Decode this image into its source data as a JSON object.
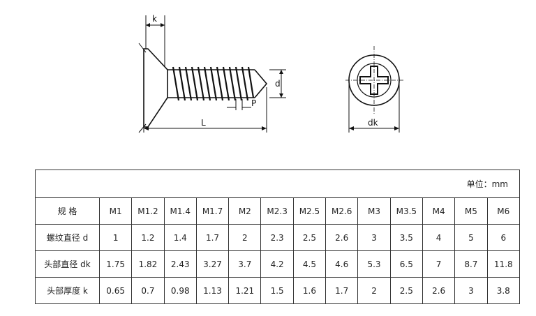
{
  "drawing": {
    "side_view_labels": {
      "k": "k",
      "d": "d",
      "p": "P",
      "L": "L"
    },
    "top_view_labels": {
      "dk": "dk"
    }
  },
  "table": {
    "unit": "单位：mm",
    "rows": [
      {
        "header": "规 格",
        "values": [
          "M1",
          "M1.2",
          "M1.4",
          "M1.7",
          "M2",
          "M2.3",
          "M2.5",
          "M2.6",
          "M3",
          "M3.5",
          "M4",
          "M5",
          "M6"
        ]
      },
      {
        "header": "螺纹直径 d",
        "values": [
          "1",
          "1.2",
          "1.4",
          "1.7",
          "2",
          "2.3",
          "2.5",
          "2.6",
          "3",
          "3.5",
          "4",
          "5",
          "6"
        ]
      },
      {
        "header": "头部直径 dk",
        "values": [
          "1.75",
          "1.82",
          "2.43",
          "3.27",
          "3.7",
          "4.2",
          "4.5",
          "4.6",
          "5.3",
          "6.5",
          "7",
          "8.7",
          "11.8"
        ]
      },
      {
        "header": "头部厚度 k",
        "values": [
          "0.65",
          "0.7",
          "0.98",
          "1.13",
          "1.21",
          "1.5",
          "1.6",
          "1.7",
          "2",
          "2.5",
          "2.6",
          "3",
          "3.8"
        ]
      }
    ]
  }
}
